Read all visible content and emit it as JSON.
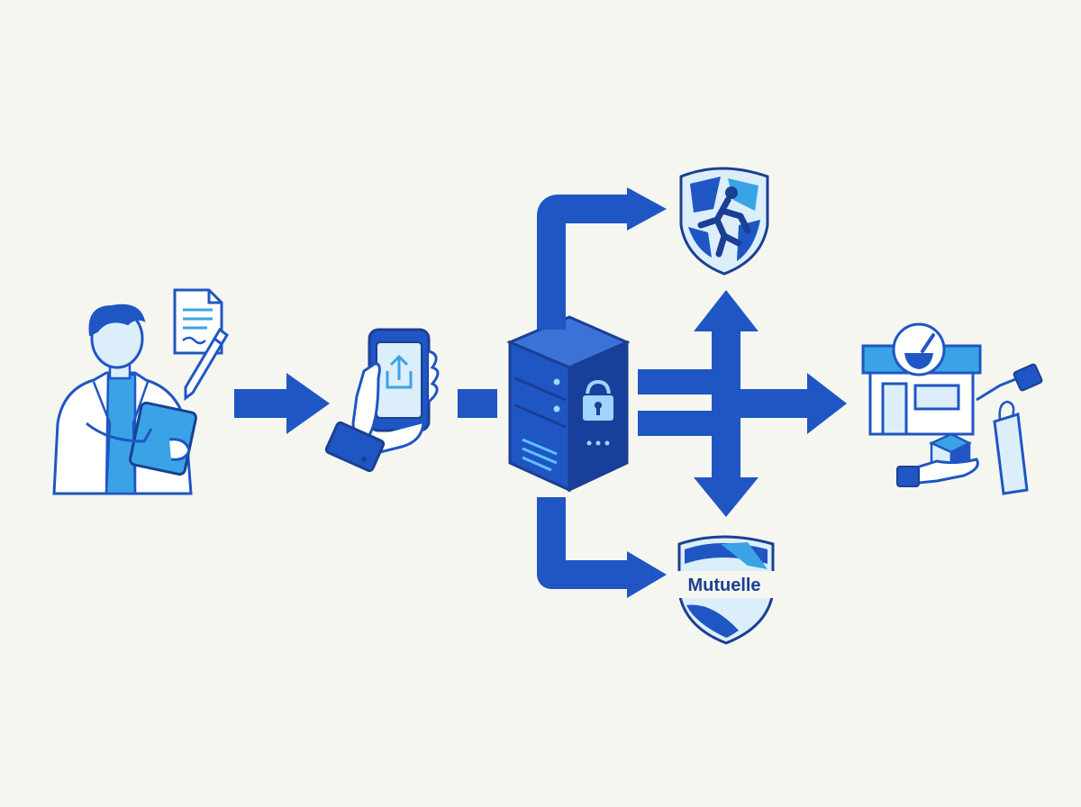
{
  "diagram": {
    "nodes": [
      {
        "id": "doctor",
        "icon": "doctor-writing-prescription-icon"
      },
      {
        "id": "prescription",
        "icon": "prescription-document-icon"
      },
      {
        "id": "smartphone",
        "icon": "smartphone-upload-icon"
      },
      {
        "id": "server",
        "icon": "secure-server-lock-icon"
      },
      {
        "id": "health-insurance",
        "icon": "health-insurance-shield-icon"
      },
      {
        "id": "mutuelle",
        "icon": "mutuelle-shield-icon",
        "label": "Mutuelle"
      },
      {
        "id": "pharmacy",
        "icon": "pharmacy-storefront-icon"
      }
    ],
    "edges": [
      {
        "from": "doctor",
        "to": "smartphone"
      },
      {
        "from": "smartphone",
        "to": "server"
      },
      {
        "from": "server",
        "to": "health-insurance"
      },
      {
        "from": "server",
        "to": "mutuelle"
      },
      {
        "from": "server",
        "to": "pharmacy"
      }
    ],
    "colors": {
      "primary": "#1f56c3",
      "dark": "#1b3f92",
      "light": "#dbeefa",
      "accent": "#3aa3e6",
      "background": "#f6f6f1"
    }
  }
}
